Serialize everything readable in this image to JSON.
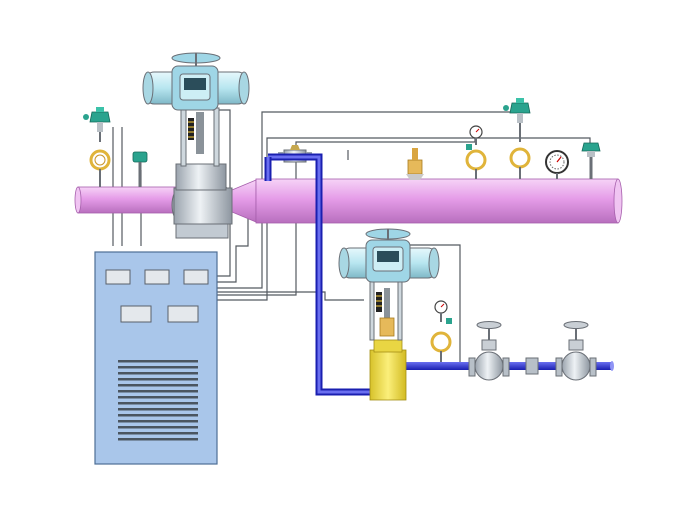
{
  "diagram": {
    "colors": {
      "background": "#ffffff",
      "steam_pipe": "#e59ce8",
      "steam_pipe_highlight": "#f6d3f7",
      "water_pipe": "#2a2fd6",
      "control_cabinet": "#a9c6ea",
      "actuator": "#b8e6f0",
      "valve_body": "#cfd6dd",
      "desuperheater_block": "#f4e24c",
      "transmitter": "#2aa38e",
      "gauge_loop": "#e0b43a",
      "signal_wire": "#555a60"
    },
    "components": {
      "control_cabinet": {
        "icon": "control-cabinet-icon",
        "display_windows": 5,
        "vent_slots": 14
      },
      "main_steam_pipe": {
        "icon": "steam-pipe-icon"
      },
      "pressure_reducing_valve": {
        "icon": "motorized-control-valve-icon"
      },
      "desuperheating_water_valve": {
        "icon": "motorized-control-valve-icon"
      },
      "desuperheater": {
        "icon": "water-injection-block-icon"
      },
      "cooling_water_line": {
        "icon": "water-pipe-icon"
      },
      "globe_valves": {
        "icon": "hand-wheel-globe-valve-icon",
        "count": 2
      },
      "check_valve": {
        "icon": "check-valve-icon"
      },
      "safety_valve": {
        "icon": "safety-valve-icon"
      },
      "pressure_transmitters": {
        "icon": "pressure-transmitter-icon",
        "count": 2
      },
      "temperature_sensors": {
        "icon": "temperature-sensor-icon",
        "count": 2
      },
      "pressure_gauges": {
        "icon": "pressure-gauge-icon",
        "count": 3
      },
      "thermometer_dial": {
        "icon": "dial-thermometer-icon"
      }
    }
  }
}
